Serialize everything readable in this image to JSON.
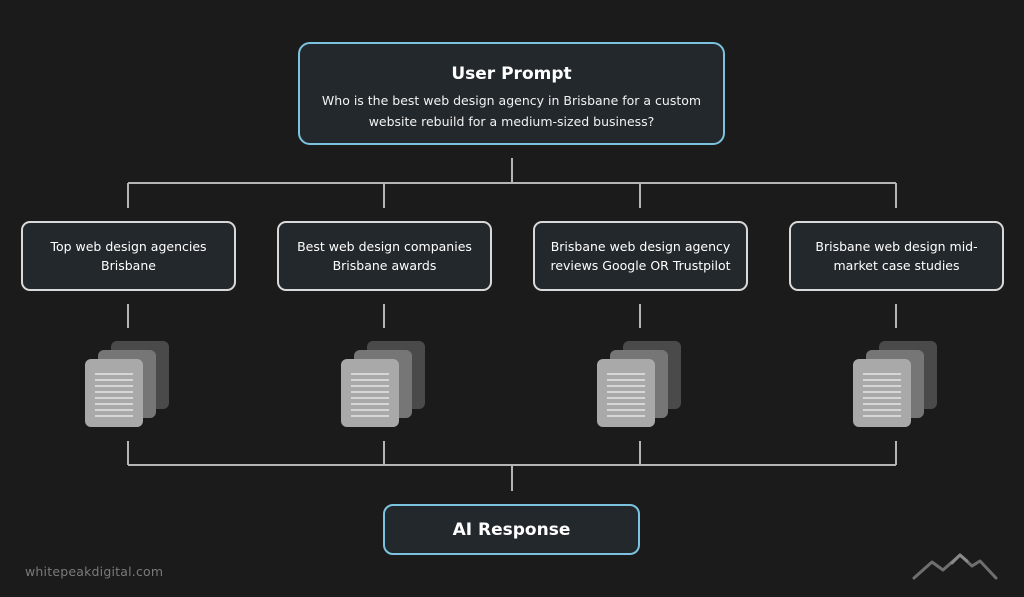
{
  "prompt": {
    "title": "User Prompt",
    "text": "Who is the best web design agency in Brisbane for a custom website rebuild for a medium-sized business?"
  },
  "queries": [
    "Top web design agencies Brisbane",
    "Best web design companies Brisbane awards",
    "Brisbane web design agency reviews Google OR Trustpilot",
    "Brisbane web design mid-market case studies"
  ],
  "response": {
    "title": "AI Response"
  },
  "footer": {
    "watermark": "whitepeakdigital.com",
    "logo_icon": "mountain-logo-icon"
  },
  "colors": {
    "background": "#1b1b1b",
    "box_fill": "#23282c",
    "accent_border": "#7cc3df",
    "query_border": "#d9d9d9",
    "connector": "#b5b5b5"
  }
}
